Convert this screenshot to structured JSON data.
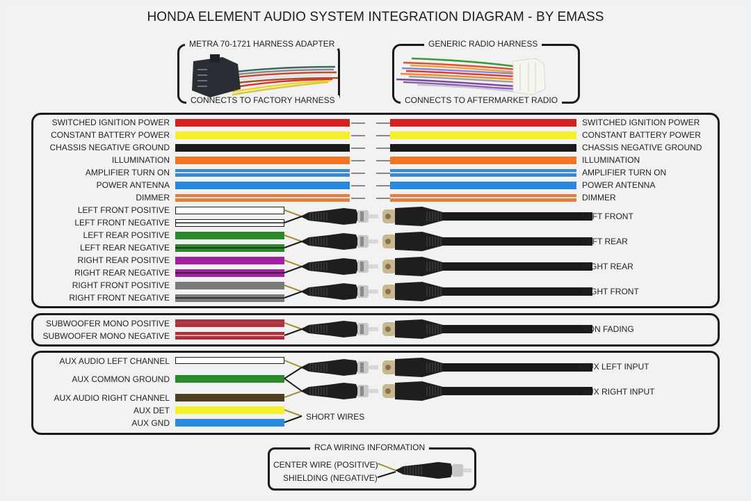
{
  "title": "HONDA ELEMENT AUDIO SYSTEM INTEGRATION DIAGRAM - BY EMASS",
  "harness_left": {
    "top_label": "METRA 70-1721 HARNESS ADAPTER",
    "bottom_label": "CONNECTS TO FACTORY HARNESS"
  },
  "harness_right": {
    "top_label": "GENERIC RADIO HARNESS",
    "bottom_label": "CONNECTS TO AFTERMARKET RADIO"
  },
  "colors": {
    "red": "#d42020",
    "yellow": "#f5f02a",
    "black": "#1a1a1a",
    "orange": "#f07626",
    "blue_stripe": "#3b87d0",
    "blue": "#2a87e0",
    "orange_stripe": "#e07f40",
    "green": "#2a8a2a",
    "purple": "#a020a0",
    "gray": "#7a7a7a",
    "sub_red": "#b0303a",
    "brown": "#4d4020",
    "aux_blue": "#2a8ae0"
  },
  "power_wires": [
    {
      "label": "SWITCHED IGNITION POWER",
      "right_label": "SWITCHED IGNITION POWER",
      "color": "#d42020",
      "stripe": null
    },
    {
      "label": "CONSTANT BATTERY POWER",
      "right_label": "CONSTANT BATTERY POWER",
      "color": "#f5f02a",
      "stripe": null
    },
    {
      "label": "CHASSIS NEGATIVE GROUND",
      "right_label": "CHASSIS NEGATIVE GROUND",
      "color": "#1a1a1a",
      "stripe": null
    },
    {
      "label": "ILLUMINATION",
      "right_label": "ILLUMINATION",
      "color": "#f07626",
      "stripe": null
    },
    {
      "label": "AMPLIFIER TURN ON",
      "right_label": "AMPLIFIER TURN ON",
      "color": "#3b87d0",
      "stripe": "#ffffff"
    },
    {
      "label": "POWER ANTENNA",
      "right_label": "POWER ANTENNA",
      "color": "#2a87e0",
      "stripe": null
    },
    {
      "label": "DIMMER",
      "right_label": "DIMMER",
      "color": "#e07f40",
      "stripe": "#ffffff"
    }
  ],
  "speaker_wires": [
    {
      "pos_label": "LEFT FRONT POSITIVE",
      "neg_label": "LEFT FRONT NEGATIVE",
      "color": "#ffffff",
      "out_label": "LEFT FRONT"
    },
    {
      "pos_label": "LEFT REAR POSITIVE",
      "neg_label": "LEFT REAR NEGATIVE",
      "color": "#2a8a2a",
      "out_label": "LEFT REAR"
    },
    {
      "pos_label": "RIGHT REAR POSITIVE",
      "neg_label": "RIGHT REAR NEGATIVE",
      "color": "#a020a0",
      "out_label": "RIGHT REAR"
    },
    {
      "pos_label": "RIGHT FRONT POSITIVE",
      "neg_label": "RIGHT FRONT NEGATIVE",
      "color": "#7a7a7a",
      "out_label": "RIGHT FRONT"
    }
  ],
  "subwoofer": {
    "pos_label": "SUBWOOFER MONO POSITIVE",
    "neg_label": "SUBWOOFER MONO NEGATIVE",
    "color": "#b0303a",
    "out_label": "NON FADING"
  },
  "aux": {
    "left_label": "AUX AUDIO LEFT CHANNEL",
    "ground_label": "AUX COMMON GROUND",
    "right_label": "AUX AUDIO RIGHT CHANNEL",
    "det_label": "AUX DET",
    "gnd_label": "AUX GND",
    "short_wires_label": "SHORT WIRES",
    "left_input": "AUX LEFT INPUT",
    "right_input": "AUX RIGHT INPUT"
  },
  "rca_info": {
    "title": "RCA WIRING INFORMATION",
    "center": "CENTER WIRE (POSITIVE)",
    "shield": "SHIELDING (NEGATIVE)"
  }
}
